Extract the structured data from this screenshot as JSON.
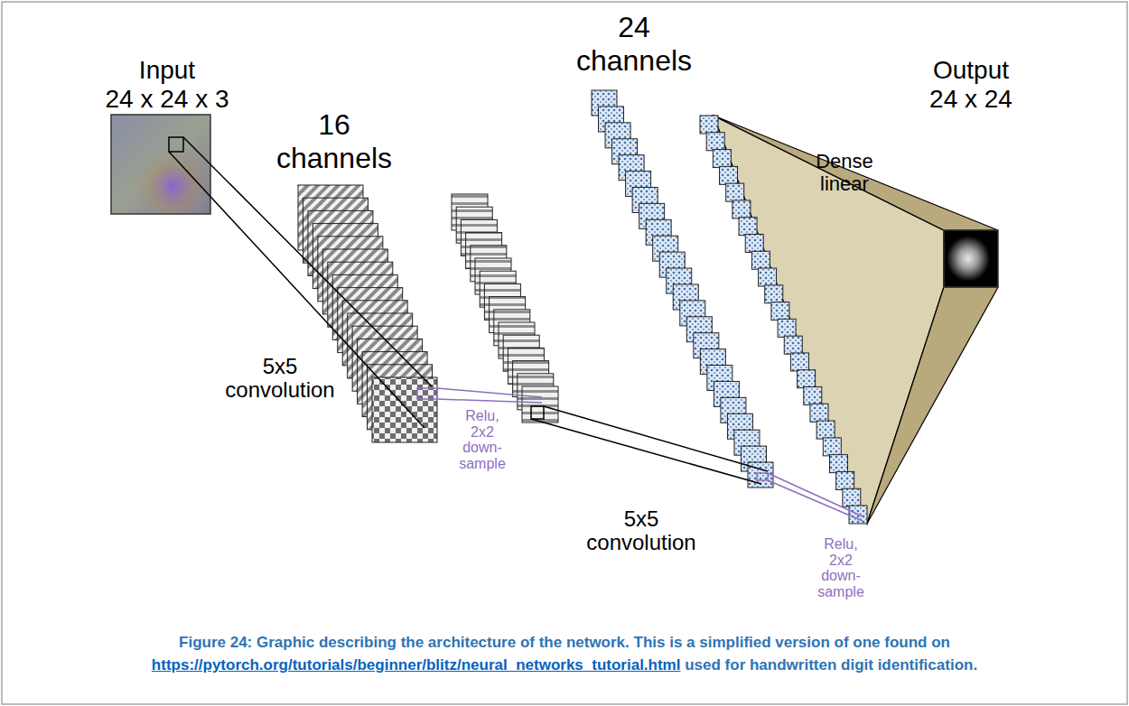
{
  "diagram": {
    "caption": "Figure 24: Graphic describing the architecture of the network. This is a simplified version of one found on https://pytorch.org/tutorials/beginner/blitz/neural_networks_tutorial.html used for handwritten digit identification.",
    "nodes": [
      {
        "text": [
          "Input",
          "24 x 24 x 3"
        ]
      },
      {
        "text": [
          "16 channels"
        ]
      },
      {
        "text": [
          "24 channels"
        ]
      },
      {
        "text": [
          "Dense linear"
        ]
      },
      {
        "text": [
          "Output",
          "24 x 24"
        ]
      }
    ],
    "labels": [
      "5x5 convolution",
      "Relu, 2x2 down-sample",
      "5x5 convolution",
      "Relu, 2x2 down-sample"
    ]
  }
}
